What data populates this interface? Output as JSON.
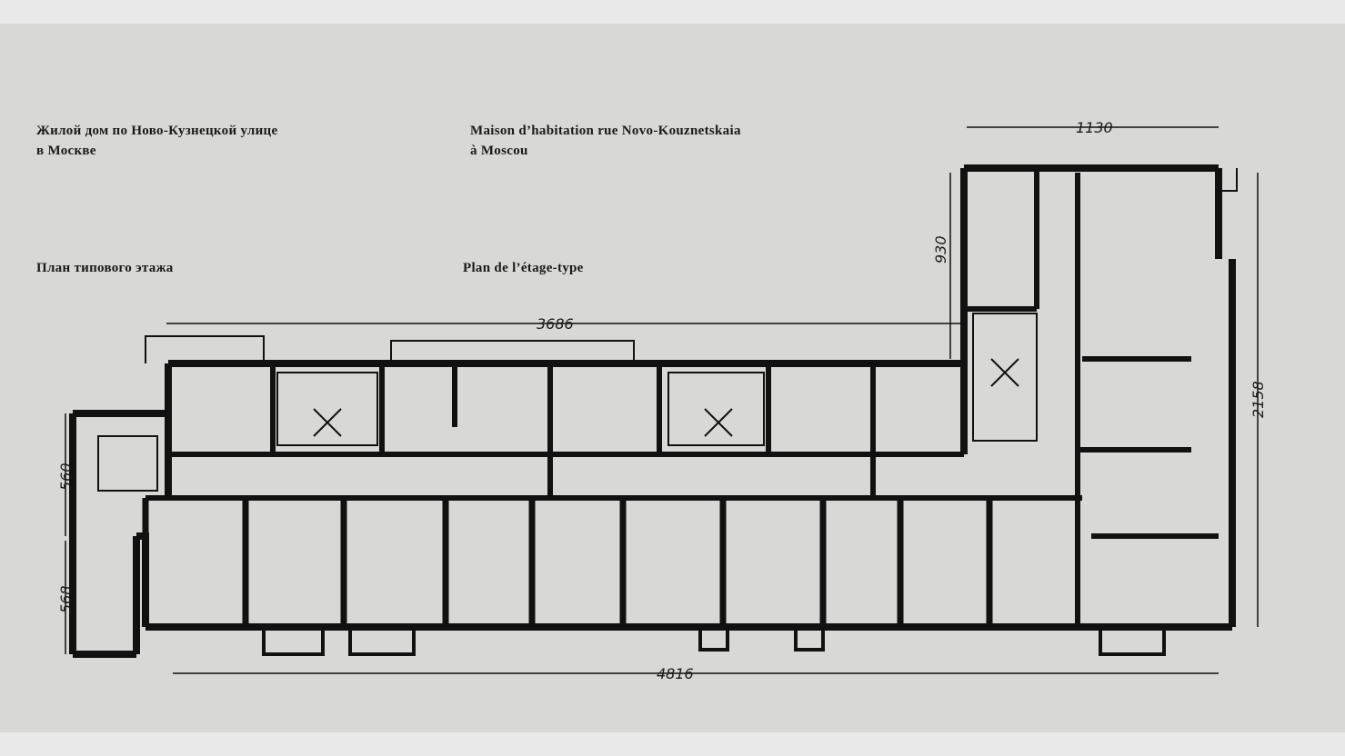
{
  "captions": {
    "title_ru_line1": "Жилой дом по Ново-Кузнецкой улице",
    "title_ru_line2": "в Москве",
    "title_fr_line1": "Maison d’habitation rue Novo-Kouznetskaia",
    "title_fr_line2": "à Moscou",
    "subtitle_ru": "План типового этажа",
    "subtitle_fr": "Plan de l’étage-type"
  },
  "dimensions": {
    "wing_width": "1130",
    "wing_upper_depth": "930",
    "upper_length": "3686",
    "wing_length": "2158",
    "left_upper": "560",
    "left_lower": "568",
    "total_length": "4816"
  }
}
